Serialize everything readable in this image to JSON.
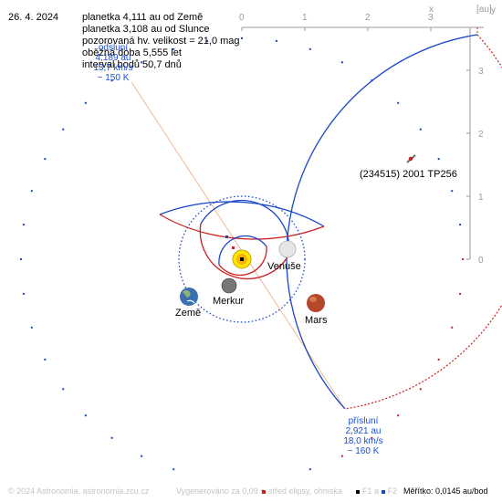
{
  "date": "26. 4. 2024",
  "info_lines": [
    "planetka 4,111 au od Země",
    "planetka 3,108 au od Slunce",
    "pozorovaná hv. velikost = 21,0 mag",
    "oběžná doba 5,555 let",
    "interval bodů 50,7 dnů"
  ],
  "object_label": "(234515) 2001 TP256",
  "aphelion": {
    "lines": [
      "odsluní",
      "4,189 au",
      "13,7 km/s",
      "~ 150 K"
    ]
  },
  "perihelion": {
    "lines": [
      "přísluní",
      "2,921 au",
      "18,0 km/s",
      "~ 160 K"
    ]
  },
  "planets": [
    {
      "name": "Merkur",
      "color": "#777777"
    },
    {
      "name": "Venuše",
      "color": "#e6e6e6"
    },
    {
      "name": "Země",
      "color": "#3a6fb0"
    },
    {
      "name": "Mars",
      "color": "#b5482a"
    }
  ],
  "top_axis": {
    "ticks": [
      "0",
      "1",
      "2",
      "3"
    ],
    "unit_x": "x",
    "unit_label": "[au]"
  },
  "right_axis": {
    "ticks": [
      "3",
      "2",
      "1",
      "0"
    ],
    "unit_y": "y"
  },
  "footer": {
    "copyright": "© 2024 Astronomia, astronomia.zcu.cz",
    "generated": "Vygenerováno za 0,09 s",
    "ellipse_center": "střed elipsy, ohniska",
    "f1": "F1",
    "sep": "a",
    "f2": "F2",
    "scale": "Měřítko: 0,0145 au/bod"
  },
  "colors": {
    "orbit_front": "#1846c8",
    "orbit_back": "#cc1f1f",
    "apsis_line": "#f2b894",
    "axis": "#9a9a9a",
    "label_blue": "#1a4fd0"
  }
}
